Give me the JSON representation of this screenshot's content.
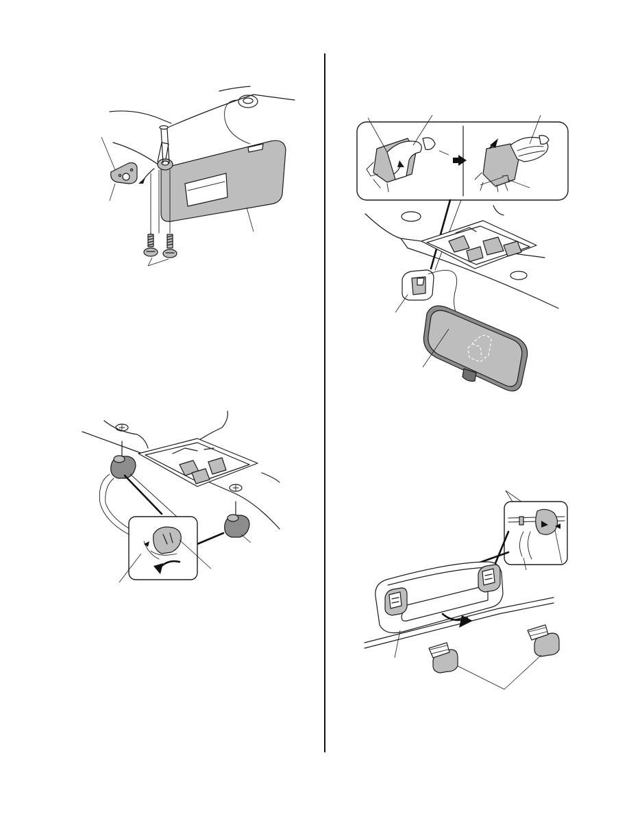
{
  "colors": {
    "part_fill": "#bdbdbd",
    "part_fill_dark": "#8c8c8c",
    "line": "#1a1a1a",
    "background": "#ffffff"
  },
  "figures": {
    "sun_visor": {
      "icon": "sun-visor-removal-illustration"
    },
    "rearview_mirror": {
      "icon": "rearview-mirror-removal-illustration"
    },
    "visor_holder": {
      "icon": "sun-visor-holder-removal-illustration"
    },
    "assist_grip": {
      "icon": "assist-grip-removal-illustration"
    }
  }
}
